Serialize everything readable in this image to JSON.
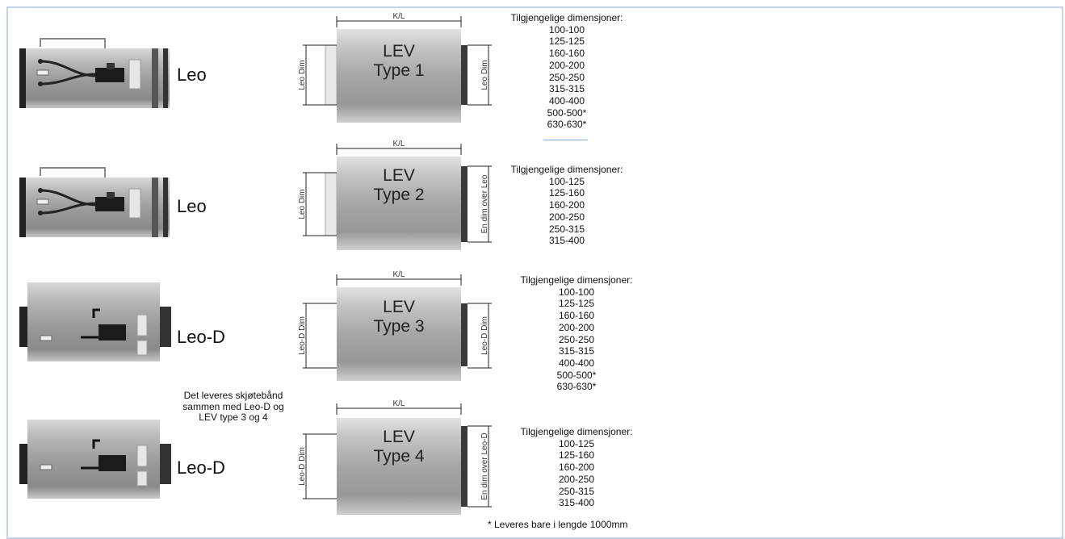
{
  "footnote": "* Leveres bare i lengde 1000mm",
  "note": {
    "lines": [
      "Det leveres skjøtebånd",
      "sammen med Leo-D og",
      "LEV type 3 og 4"
    ]
  },
  "rows": [
    {
      "unit_label": "Leo",
      "lev_line1": "LEV",
      "lev_line2": "Type 1",
      "length_label": "K/L",
      "left_dim": "Leo Dim",
      "right_dim": "Leo Dim",
      "dims_title": "Tilgjengelige dimensjoner:",
      "dims": [
        "100-100",
        "125-125",
        "160-160",
        "200-200",
        "250-250",
        "315-315",
        "400-400",
        "500-500*",
        "630-630*"
      ]
    },
    {
      "unit_label": "Leo",
      "lev_line1": "LEV",
      "lev_line2": "Type 2",
      "length_label": "K/L",
      "left_dim": "Leo Dim",
      "right_dim": "En dim over Leo",
      "dims_title": "Tilgjengelige dimensjoner:",
      "dims": [
        "100-125",
        "125-160",
        "160-200",
        "200-250",
        "250-315",
        "315-400"
      ]
    },
    {
      "unit_label": "Leo-D",
      "lev_line1": "LEV",
      "lev_line2": "Type 3",
      "length_label": "K/L",
      "left_dim": "Leo-D Dim",
      "right_dim": "Leo-D Dim",
      "dims_title": "Tilgjengelige dimensjoner:",
      "dims": [
        "100-100",
        "125-125",
        "160-160",
        "200-200",
        "250-250",
        "315-315",
        "400-400",
        "500-500*",
        "630-630*"
      ]
    },
    {
      "unit_label": "Leo-D",
      "lev_line1": "LEV",
      "lev_line2": "Type 4",
      "length_label": "K/L",
      "left_dim": "Leo-D Dim",
      "right_dim": "En dim over Leo-D",
      "dims_title": "Tilgjengelige dimensjoner:",
      "dims": [
        "100-125",
        "125-160",
        "160-200",
        "200-250",
        "250-315",
        "315-400"
      ]
    }
  ]
}
